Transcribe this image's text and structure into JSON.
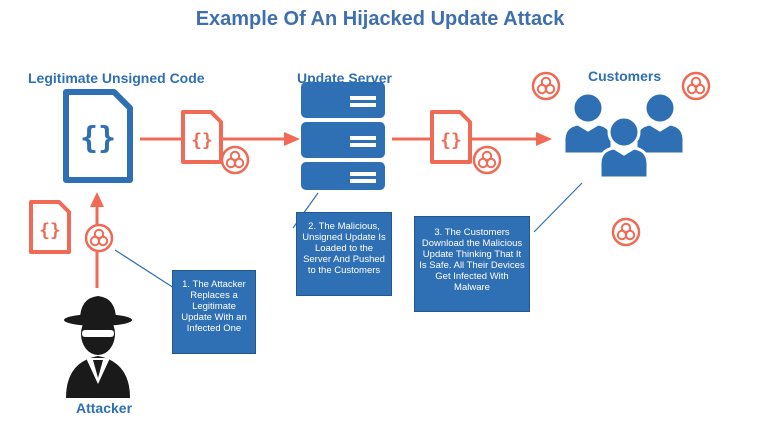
{
  "title": "Example Of An Hijacked Update Attack",
  "labels": {
    "legitimate": "Legitimate Unsigned Code",
    "server": "Update Server",
    "customers": "Customers",
    "attacker": "Attacker"
  },
  "steps": [
    {
      "text": "1. The Attacker Replaces a Legitimate Update With an Infected One"
    },
    {
      "text": "2. The Malicious, Unsigned Update Is Loaded to the Server And Pushed to the Customers"
    },
    {
      "text": "3. The Customers Download the Malicious Update Thinking That It Is Safe. All Their Devices Get Infected With Malware"
    }
  ],
  "colors": {
    "blue": "#2f6fb4",
    "red": "#f06a55",
    "dark": "#1a1a1a"
  },
  "icons": {
    "code_file": "code-file-icon",
    "biohazard": "biohazard-icon",
    "server": "server-icon",
    "users": "users-icon",
    "attacker": "hacker-icon"
  }
}
